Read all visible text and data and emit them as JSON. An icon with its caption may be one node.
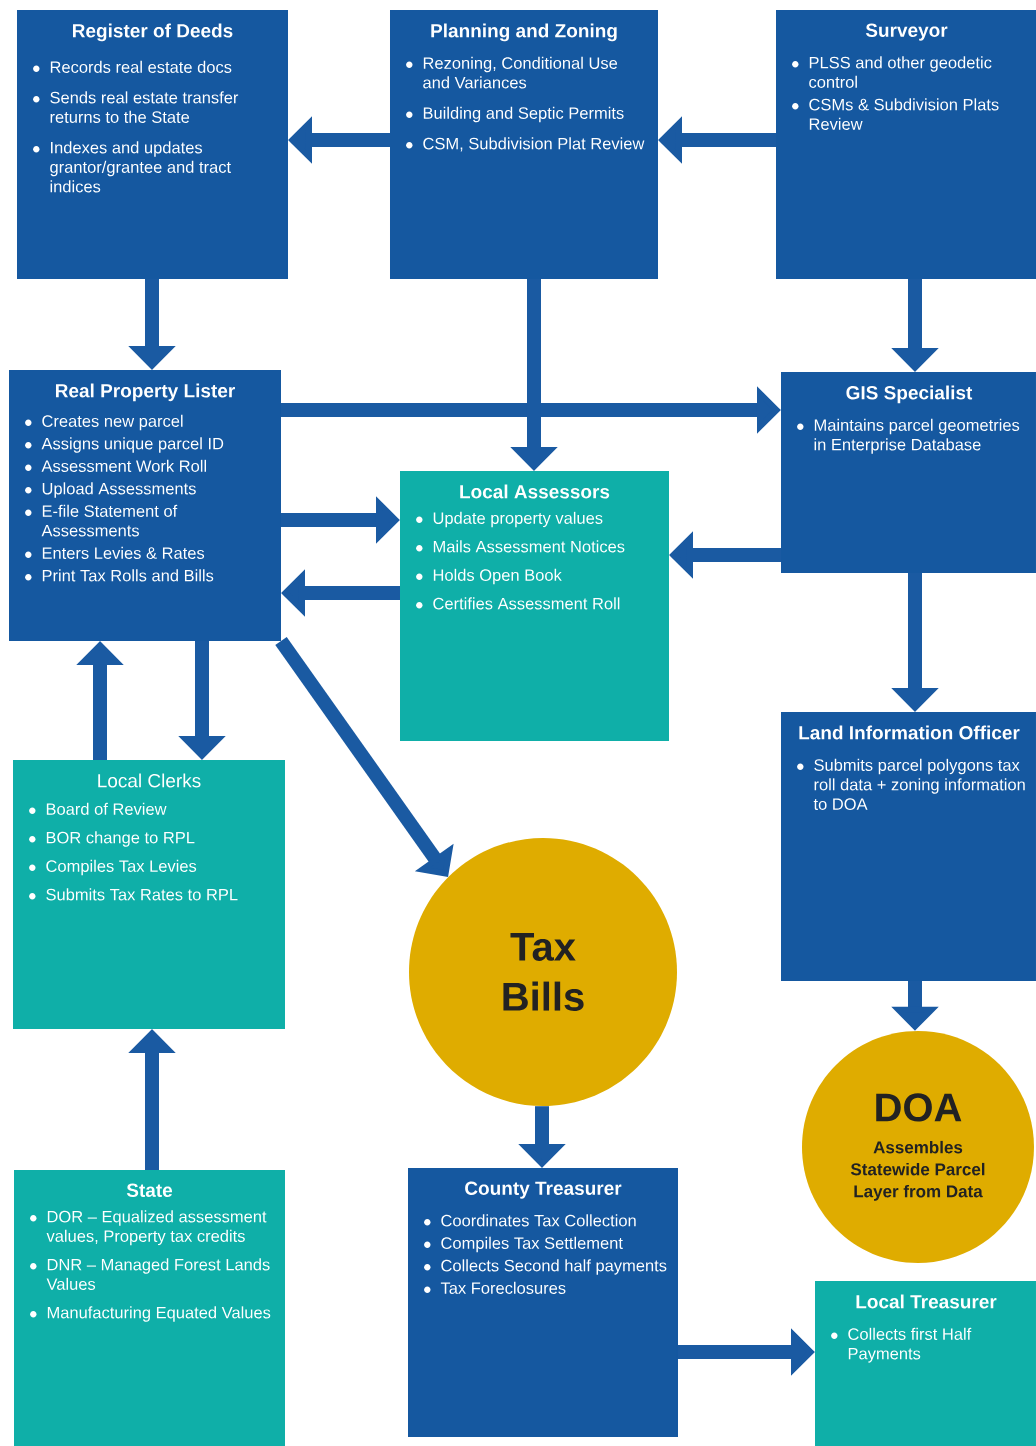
{
  "diagram": {
    "nodes": [
      {
        "text": [
          "Register of Deeds",
          "Records real estate docs",
          "Sends real estate transfer returns to the State",
          "Indexes and updates grantor/grantee and tract indices"
        ]
      },
      {
        "text": [
          "Planning and Zoning",
          "Rezoning, Conditional Use and Variances",
          "Building and Septic Permits",
          "CSM, Subdivision Plat Review"
        ]
      },
      {
        "text": [
          "Surveyor",
          "PLSS and other geodetic control",
          "CSMs & Subdivision Plats Review"
        ]
      },
      {
        "text": [
          "Real Property Lister",
          "Creates new parcel",
          "Assigns unique parcel ID",
          "Assessment Work Roll",
          "Upload Assessments",
          "E-file Statement of Assessments",
          "Enters Levies & Rates",
          "Print Tax Rolls and Bills"
        ]
      },
      {
        "text": [
          "GIS Specialist",
          "Maintains parcel geometries in Enterprise Database"
        ]
      },
      {
        "text": [
          "Local Assessors",
          "Update property values",
          "Mails Assessment Notices",
          "Holds Open Book",
          "Certifies Assessment Roll"
        ]
      },
      {
        "text": [
          "Land Information Officer",
          "Submits parcel polygons tax roll data + zoning information to DOA"
        ]
      },
      {
        "text": [
          "Local Clerks",
          "Board of Review",
          "BOR change to RPL",
          "Compiles Tax Levies",
          "Submits  Tax Rates to RPL"
        ]
      },
      {
        "text": [
          "Tax Bills"
        ]
      },
      {
        "text": [
          "DOA",
          "Assembles Statewide Parcel Layer from Data"
        ]
      },
      {
        "text": [
          "State",
          "DOR – Equalized assessment values, Property tax credits",
          "DNR – Managed Forest Lands Values",
          "Manufacturing Equated Values"
        ]
      },
      {
        "text": [
          "County Treasurer",
          "Coordinates Tax Collection",
          "Compiles Tax Settlement",
          "Collects Second half payments",
          "Tax Foreclosures"
        ]
      },
      {
        "text": [
          "Local Treasurer",
          "Collects first Half Payments"
        ]
      }
    ],
    "edges": [
      {
        "from": 1,
        "to": 0,
        "arrow": "to"
      },
      {
        "from": 2,
        "to": 1,
        "arrow": "to"
      },
      {
        "from": 0,
        "to": 3,
        "arrow": "to"
      },
      {
        "from": 2,
        "to": 4,
        "arrow": "to"
      },
      {
        "from": 3,
        "to": 4,
        "arrow": "to"
      },
      {
        "from": 1,
        "to": 5,
        "arrow": "to"
      },
      {
        "from": 3,
        "to": 5,
        "arrow": "to"
      },
      {
        "from": 5,
        "to": 3,
        "arrow": "to"
      },
      {
        "from": 4,
        "to": 5,
        "arrow": "to"
      },
      {
        "from": 4,
        "to": 6,
        "arrow": "to"
      },
      {
        "from": 3,
        "to": 8,
        "arrow": "to"
      },
      {
        "from": 7,
        "to": 3,
        "arrow": "to"
      },
      {
        "from": 3,
        "to": 7,
        "arrow": "to"
      },
      {
        "from": 6,
        "to": 9,
        "arrow": "to"
      },
      {
        "from": 10,
        "to": 7,
        "arrow": "to"
      },
      {
        "from": 8,
        "to": 11,
        "arrow": "to"
      },
      {
        "from": 11,
        "to": 12,
        "arrow": "to"
      }
    ]
  }
}
